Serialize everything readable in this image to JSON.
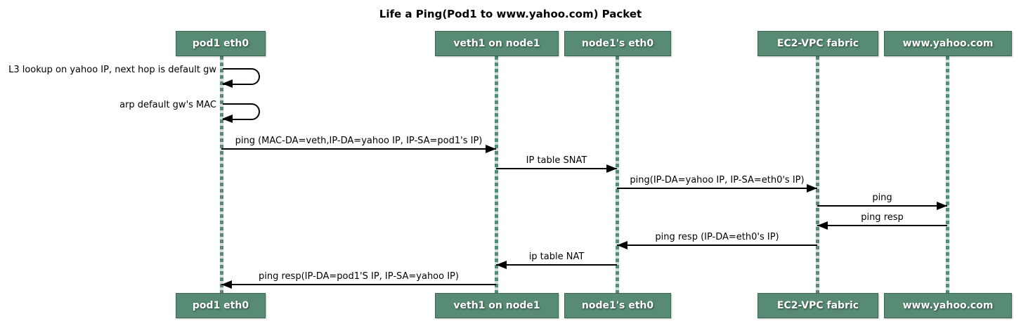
{
  "title": "Life a Ping(Pod1 to www.yahoo.com) Packet",
  "participants": [
    {
      "id": "pod1-eth0",
      "label": "pod1 eth0"
    },
    {
      "id": "veth1-on-node1",
      "label": "veth1 on node1"
    },
    {
      "id": "node1s-eth0",
      "label": "node1's eth0"
    },
    {
      "id": "ec2-vpc-fabric",
      "label": "EC2-VPC fabric"
    },
    {
      "id": "www-yahoo-com",
      "label": "www.yahoo.com"
    }
  ],
  "messages": [
    {
      "from": "pod1 eth0",
      "to": "pod1 eth0",
      "type": "self",
      "label": "L3 lookup on yahoo IP, next hop is default gw"
    },
    {
      "from": "pod1 eth0",
      "to": "pod1 eth0",
      "type": "self",
      "label": "arp default gw's MAC"
    },
    {
      "from": "pod1 eth0",
      "to": "veth1 on node1",
      "type": "arrow",
      "direction": "right",
      "label": "ping (MAC-DA=veth,IP-DA=yahoo IP, IP-SA=pod1's IP)"
    },
    {
      "from": "veth1 on node1",
      "to": "node1's eth0",
      "type": "arrow",
      "direction": "right",
      "label": "IP table SNAT"
    },
    {
      "from": "node1's eth0",
      "to": "EC2-VPC fabric",
      "type": "arrow",
      "direction": "right",
      "label": "ping(IP-DA=yahoo IP, IP-SA=eth0's IP)"
    },
    {
      "from": "EC2-VPC fabric",
      "to": "www.yahoo.com",
      "type": "arrow",
      "direction": "right",
      "label": "ping"
    },
    {
      "from": "www.yahoo.com",
      "to": "EC2-VPC fabric",
      "type": "arrow",
      "direction": "left",
      "label": "ping resp"
    },
    {
      "from": "EC2-VPC fabric",
      "to": "node1's eth0",
      "type": "arrow",
      "direction": "left",
      "label": "ping resp (IP-DA=eth0's IP)"
    },
    {
      "from": "node1's eth0",
      "to": "veth1 on node1",
      "type": "arrow",
      "direction": "left",
      "label": "ip table NAT"
    },
    {
      "from": "veth1 on node1",
      "to": "pod1 eth0",
      "type": "arrow",
      "direction": "left",
      "label": "ping resp(IP-DA=pod1'S IP, IP-SA=yahoo IP)"
    }
  ],
  "colors": {
    "background": "#ffffff",
    "participant_fill": "#578b74",
    "participant_border": "#3f6654",
    "lifeline_dash": "#578b74",
    "lifeline_gap": "#cfe0d8",
    "arrow": "#000000",
    "text": "#000000"
  }
}
